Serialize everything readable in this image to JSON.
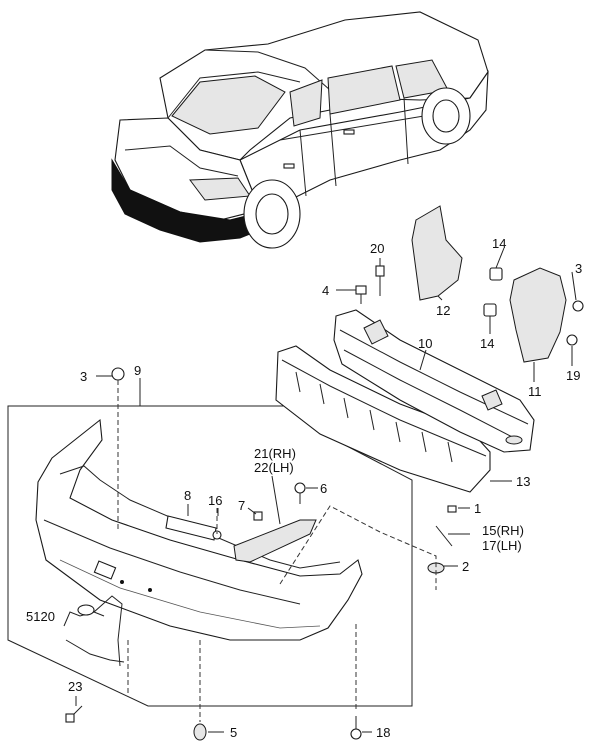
{
  "callouts": [
    {
      "id": "c20",
      "text": "20"
    },
    {
      "id": "c4",
      "text": "4"
    },
    {
      "id": "c12",
      "text": "12"
    },
    {
      "id": "c14a",
      "text": "14"
    },
    {
      "id": "c3a",
      "text": "3"
    },
    {
      "id": "c14b",
      "text": "14"
    },
    {
      "id": "c10",
      "text": "10"
    },
    {
      "id": "c11",
      "text": "11"
    },
    {
      "id": "c19",
      "text": "19"
    },
    {
      "id": "c3b",
      "text": "3"
    },
    {
      "id": "c9",
      "text": "9"
    },
    {
      "id": "c13",
      "text": "13"
    },
    {
      "id": "c21",
      "text": "21(RH)"
    },
    {
      "id": "c22",
      "text": "22(LH)"
    },
    {
      "id": "c6",
      "text": "6"
    },
    {
      "id": "c8",
      "text": "8"
    },
    {
      "id": "c16",
      "text": "16"
    },
    {
      "id": "c7",
      "text": "7"
    },
    {
      "id": "c1",
      "text": "1"
    },
    {
      "id": "c15",
      "text": "15(RH)"
    },
    {
      "id": "c17",
      "text": "17(LH)"
    },
    {
      "id": "c2",
      "text": "2"
    },
    {
      "id": "c5120",
      "text": "5120"
    },
    {
      "id": "c23",
      "text": "23"
    },
    {
      "id": "c5",
      "text": "5"
    },
    {
      "id": "c18",
      "text": "18"
    }
  ]
}
